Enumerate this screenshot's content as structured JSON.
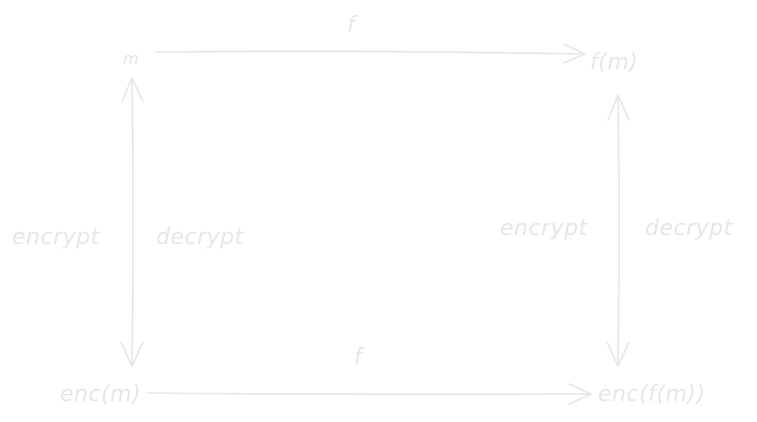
{
  "diagram": {
    "nodes": {
      "m": "m",
      "f_m": "f(m)",
      "enc_m": "enc(m)",
      "enc_f_m": "enc(f(m))"
    },
    "edges": {
      "top": "f",
      "bottom": "f",
      "left_encrypt": "encrypt",
      "left_decrypt": "decrypt",
      "right_encrypt": "encrypt",
      "right_decrypt": "decrypt"
    },
    "colors": {
      "stroke": "#e6e6e6",
      "background": "#ffffff"
    }
  }
}
